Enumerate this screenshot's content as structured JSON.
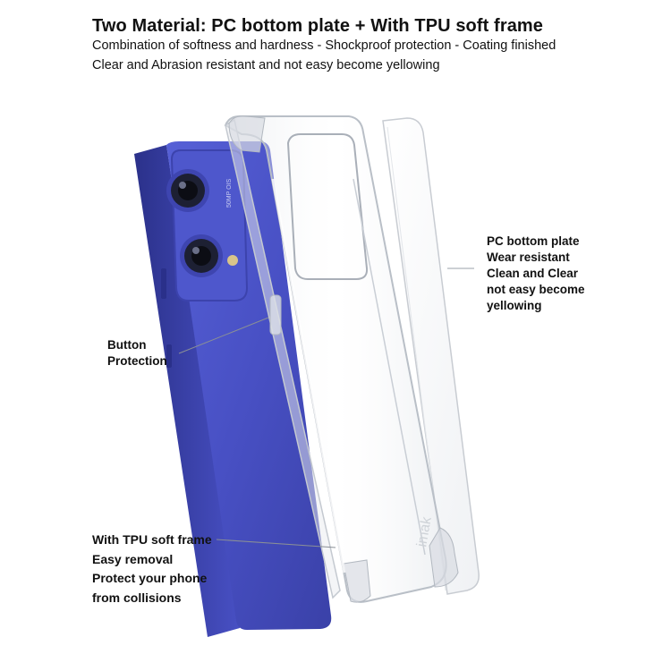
{
  "header": {
    "title": "Two Material:  PC bottom plate + With TPU soft frame",
    "subtitle_line1": "Combination of softness and hardness - Shockproof protection - Coating finished",
    "subtitle_line2": "Clear and Abrasion resistant and not easy become yellowing"
  },
  "callouts": {
    "pc_plate": {
      "line1": "PC bottom plate",
      "line2": "Wear resistant",
      "line3": "Clean and Clear",
      "line4": "not easy become",
      "line5": "yellowing"
    },
    "button": {
      "line1": "Button",
      "line2": "Protection"
    },
    "tpu_frame": {
      "line1": "With TPU soft frame",
      "line2": "Easy removal",
      "line3": "Protect your phone",
      "line4": "from collisions"
    }
  },
  "phone": {
    "camera_text": "50MP OIS",
    "case_brand": "imak"
  },
  "colors": {
    "phone_body": "#4a52c6",
    "phone_dark": "#2c338f",
    "case_edge": "#b9bfc7",
    "background": "#ffffff"
  }
}
